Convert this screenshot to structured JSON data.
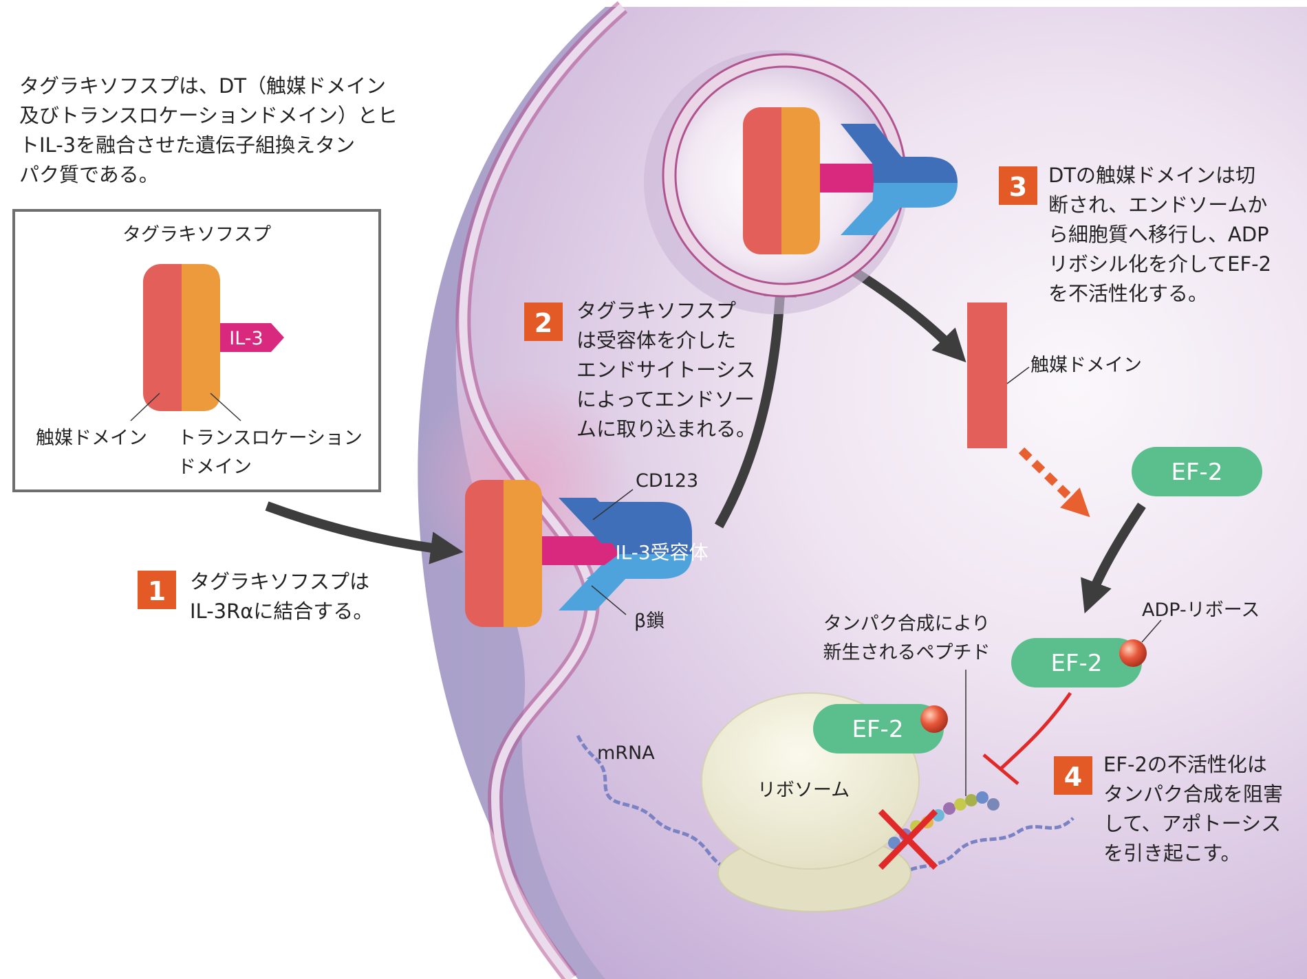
{
  "intro": {
    "lines": [
      "タグラキソフスプは、DT（触媒ドメイン",
      "及びトランスロケーションドメイン）とヒ",
      "トIL-3を融合させた遺伝子組換えタン",
      "パク質である。"
    ]
  },
  "legend_box": {
    "title": "タグラキソフスプ",
    "il3_tag": "IL-3",
    "catalytic_label": "触媒ドメイン",
    "translocation_label_1": "トランスロケーション",
    "translocation_label_2": "ドメイン"
  },
  "steps": [
    {
      "number": "1",
      "lines": [
        "タグラキソフスプは",
        "IL-3Rαに結合する。"
      ]
    },
    {
      "number": "2",
      "lines": [
        "タグラキソフスプ",
        "は受容体を介した",
        "エンドサイトーシス",
        "によってエンドソー",
        "ムに取り込まれる。"
      ]
    },
    {
      "number": "3",
      "lines": [
        "DTの触媒ドメインは切",
        "断され、エンドソームか",
        "ら細胞質へ移行し、ADP",
        "リボシル化を介してEF-2",
        "を不活性化する。"
      ]
    },
    {
      "number": "4",
      "lines": [
        "EF-2の不活性化は",
        "タンパク合成を阻害",
        "して、アポトーシス",
        "を引き起こす。"
      ]
    }
  ],
  "labels": {
    "cd123": "CD123",
    "il3_receptor": "IL-3受容体",
    "beta_chain": "β鎖",
    "catalytic_domain": "触媒ドメイン",
    "ef2_top": "EF-2",
    "ef2_mid": "EF-2",
    "ef2_ribosome": "EF-2",
    "adp_ribose": "ADP-リボース",
    "nascent_peptide_1": "タンパク合成により",
    "nascent_peptide_2": "新生されるペプチド",
    "mrna": "mRNA",
    "ribosome": "リボソーム"
  },
  "colors": {
    "catalytic_red": "#e3605a",
    "translocation_orange": "#ec9a3c",
    "il3_magenta": "#d9297f",
    "receptor_dark_blue": "#3f6fb8",
    "receptor_light_blue": "#4fa3dc",
    "ef2_green": "#5abf8d",
    "step_badge_orange": "#e45a26",
    "arrow_gray": "#3d3d3d",
    "inhibition_red": "#e02a2a"
  }
}
